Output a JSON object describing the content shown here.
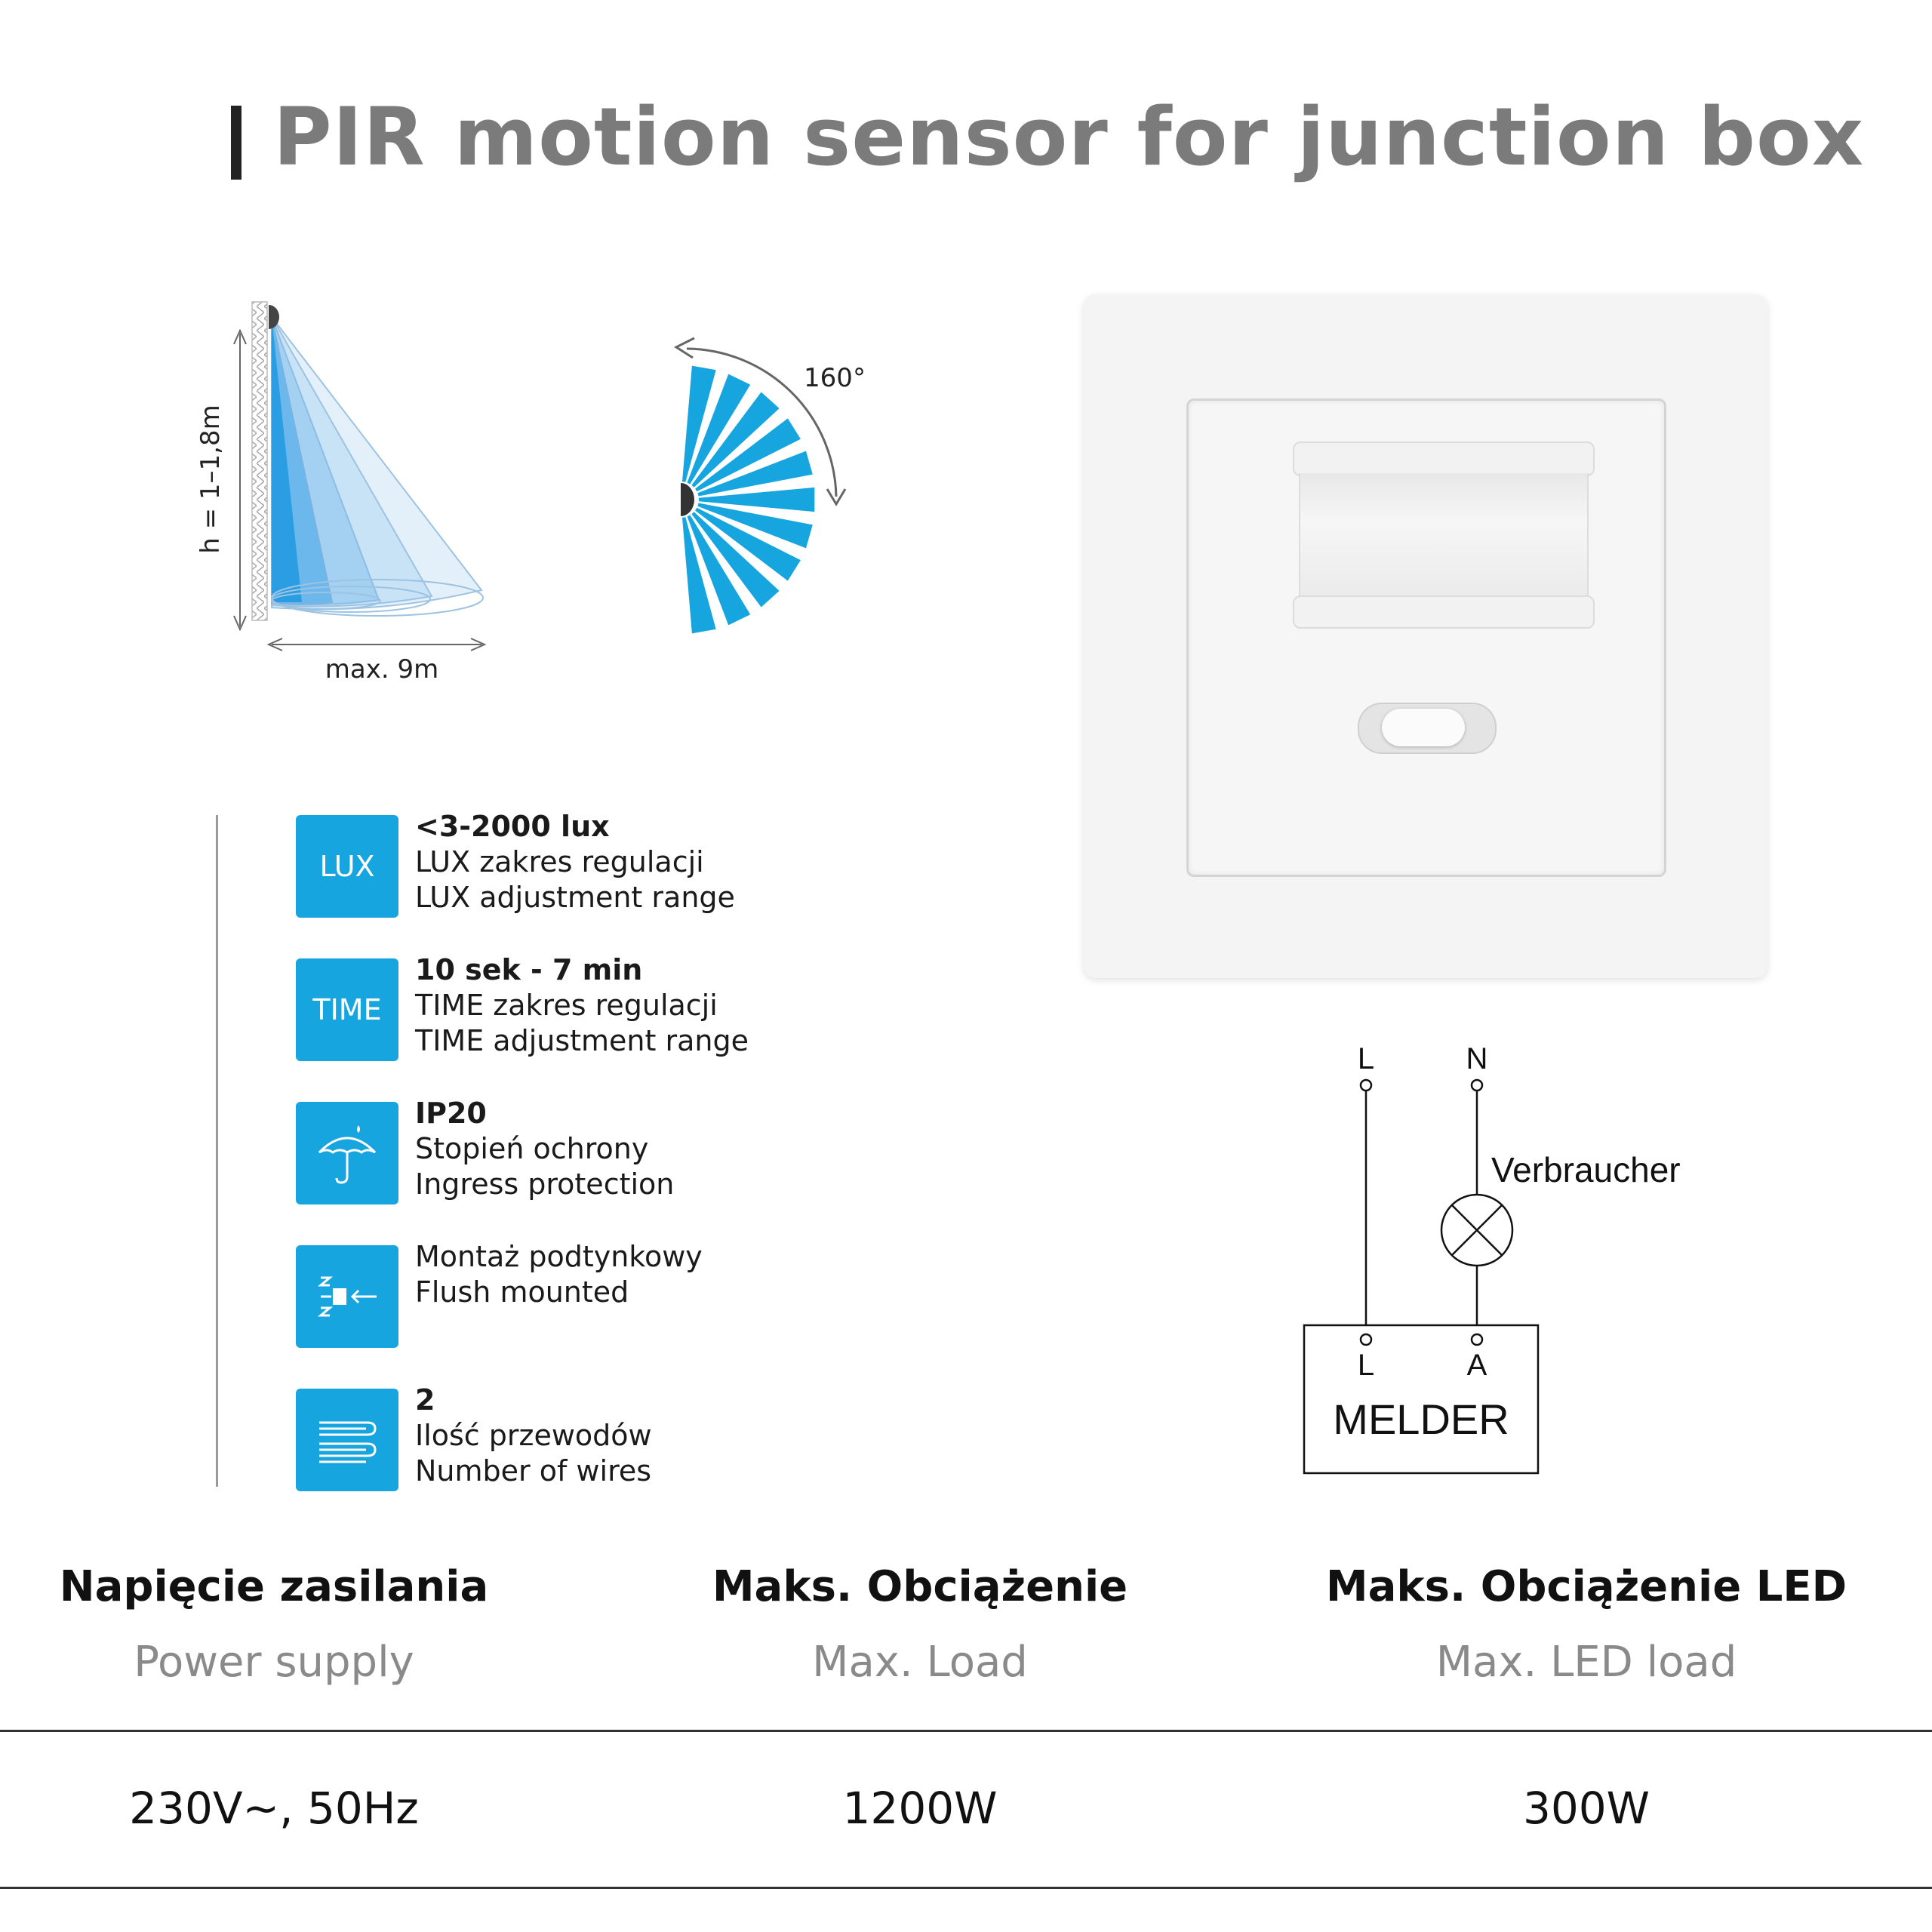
{
  "title": "PIR motion sensor for junction box",
  "detection": {
    "height_label": "h = 1–1,8m",
    "range_label": "max. 9m",
    "angle_label": "160°"
  },
  "features": [
    {
      "icon": "lux-icon",
      "icon_text": "LUX",
      "value": "<3-2000 lux",
      "pl": "LUX zakres regulacji",
      "en": "LUX adjustment range"
    },
    {
      "icon": "time-icon",
      "icon_text": "TIME",
      "value": "10 sek - 7 min",
      "pl": "TIME zakres regulacji",
      "en": "TIME adjustment range"
    },
    {
      "icon": "umbrella-icon",
      "value": "IP20",
      "pl": "Stopień ochrony",
      "en": "Ingress protection"
    },
    {
      "icon": "flush-mount-icon",
      "pl": "Montaż podtynkowy",
      "en": "Flush mounted"
    },
    {
      "icon": "wires-icon",
      "value": "2",
      "pl": "Ilość przewodów",
      "en": "Number of wires"
    }
  ],
  "wiring": {
    "top_l": "L",
    "top_n": "N",
    "load_label": "Verbraucher",
    "box_l": "L",
    "box_a": "A",
    "box_label": "MELDER"
  },
  "specs": [
    {
      "pl": "Napięcie zasilania",
      "en": "Power supply",
      "value": "230V~, 50Hz"
    },
    {
      "pl": "Maks. Obciążenie",
      "en": "Max. Load",
      "value": "1200W"
    },
    {
      "pl": "Maks. Obciążenie LED",
      "en": "Max. LED load",
      "value": "300W"
    }
  ],
  "colors": {
    "accent": "#16a5df",
    "title": "#7b7b7b"
  }
}
